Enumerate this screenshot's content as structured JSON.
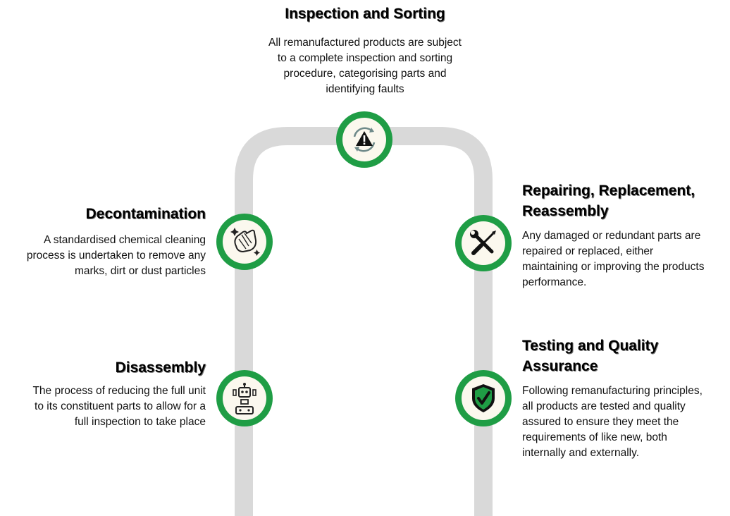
{
  "colors": {
    "accent_green": "#1f9d45",
    "track_gray": "#d9d9d9",
    "node_fill": "#fbf8ee"
  },
  "steps": [
    {
      "title": "Inspection and Sorting",
      "icon": "warning-cycle-icon",
      "text": "All remanufactured products are subject\nto a complete inspection and sorting\nprocedure, categorising parts and\nidentifying faults"
    },
    {
      "title": "Decontamination",
      "icon": "cleaning-hand-icon",
      "text": "A standardised chemical cleaning\nprocess is undertaken to remove any\nmarks, dirt or dust particles"
    },
    {
      "title": "Repairing, Replacement,\nReassembly",
      "icon": "wrench-screwdriver-icon",
      "text": "Any damaged or redundant parts are\nrepaired or replaced, either\nmaintaining or improving the products\nperformance."
    },
    {
      "title": "Disassembly",
      "icon": "robot-disassembly-icon",
      "text": "The process of reducing the full unit\nto its constituent parts to allow for a\nfull inspection to take place"
    },
    {
      "title": "Testing and Quality\nAssurance",
      "icon": "shield-check-icon",
      "text": "Following remanufacturing principles,\nall products are tested and quality\nassured to ensure they meet the\nrequirements of like new, both\ninternally and externally."
    }
  ]
}
